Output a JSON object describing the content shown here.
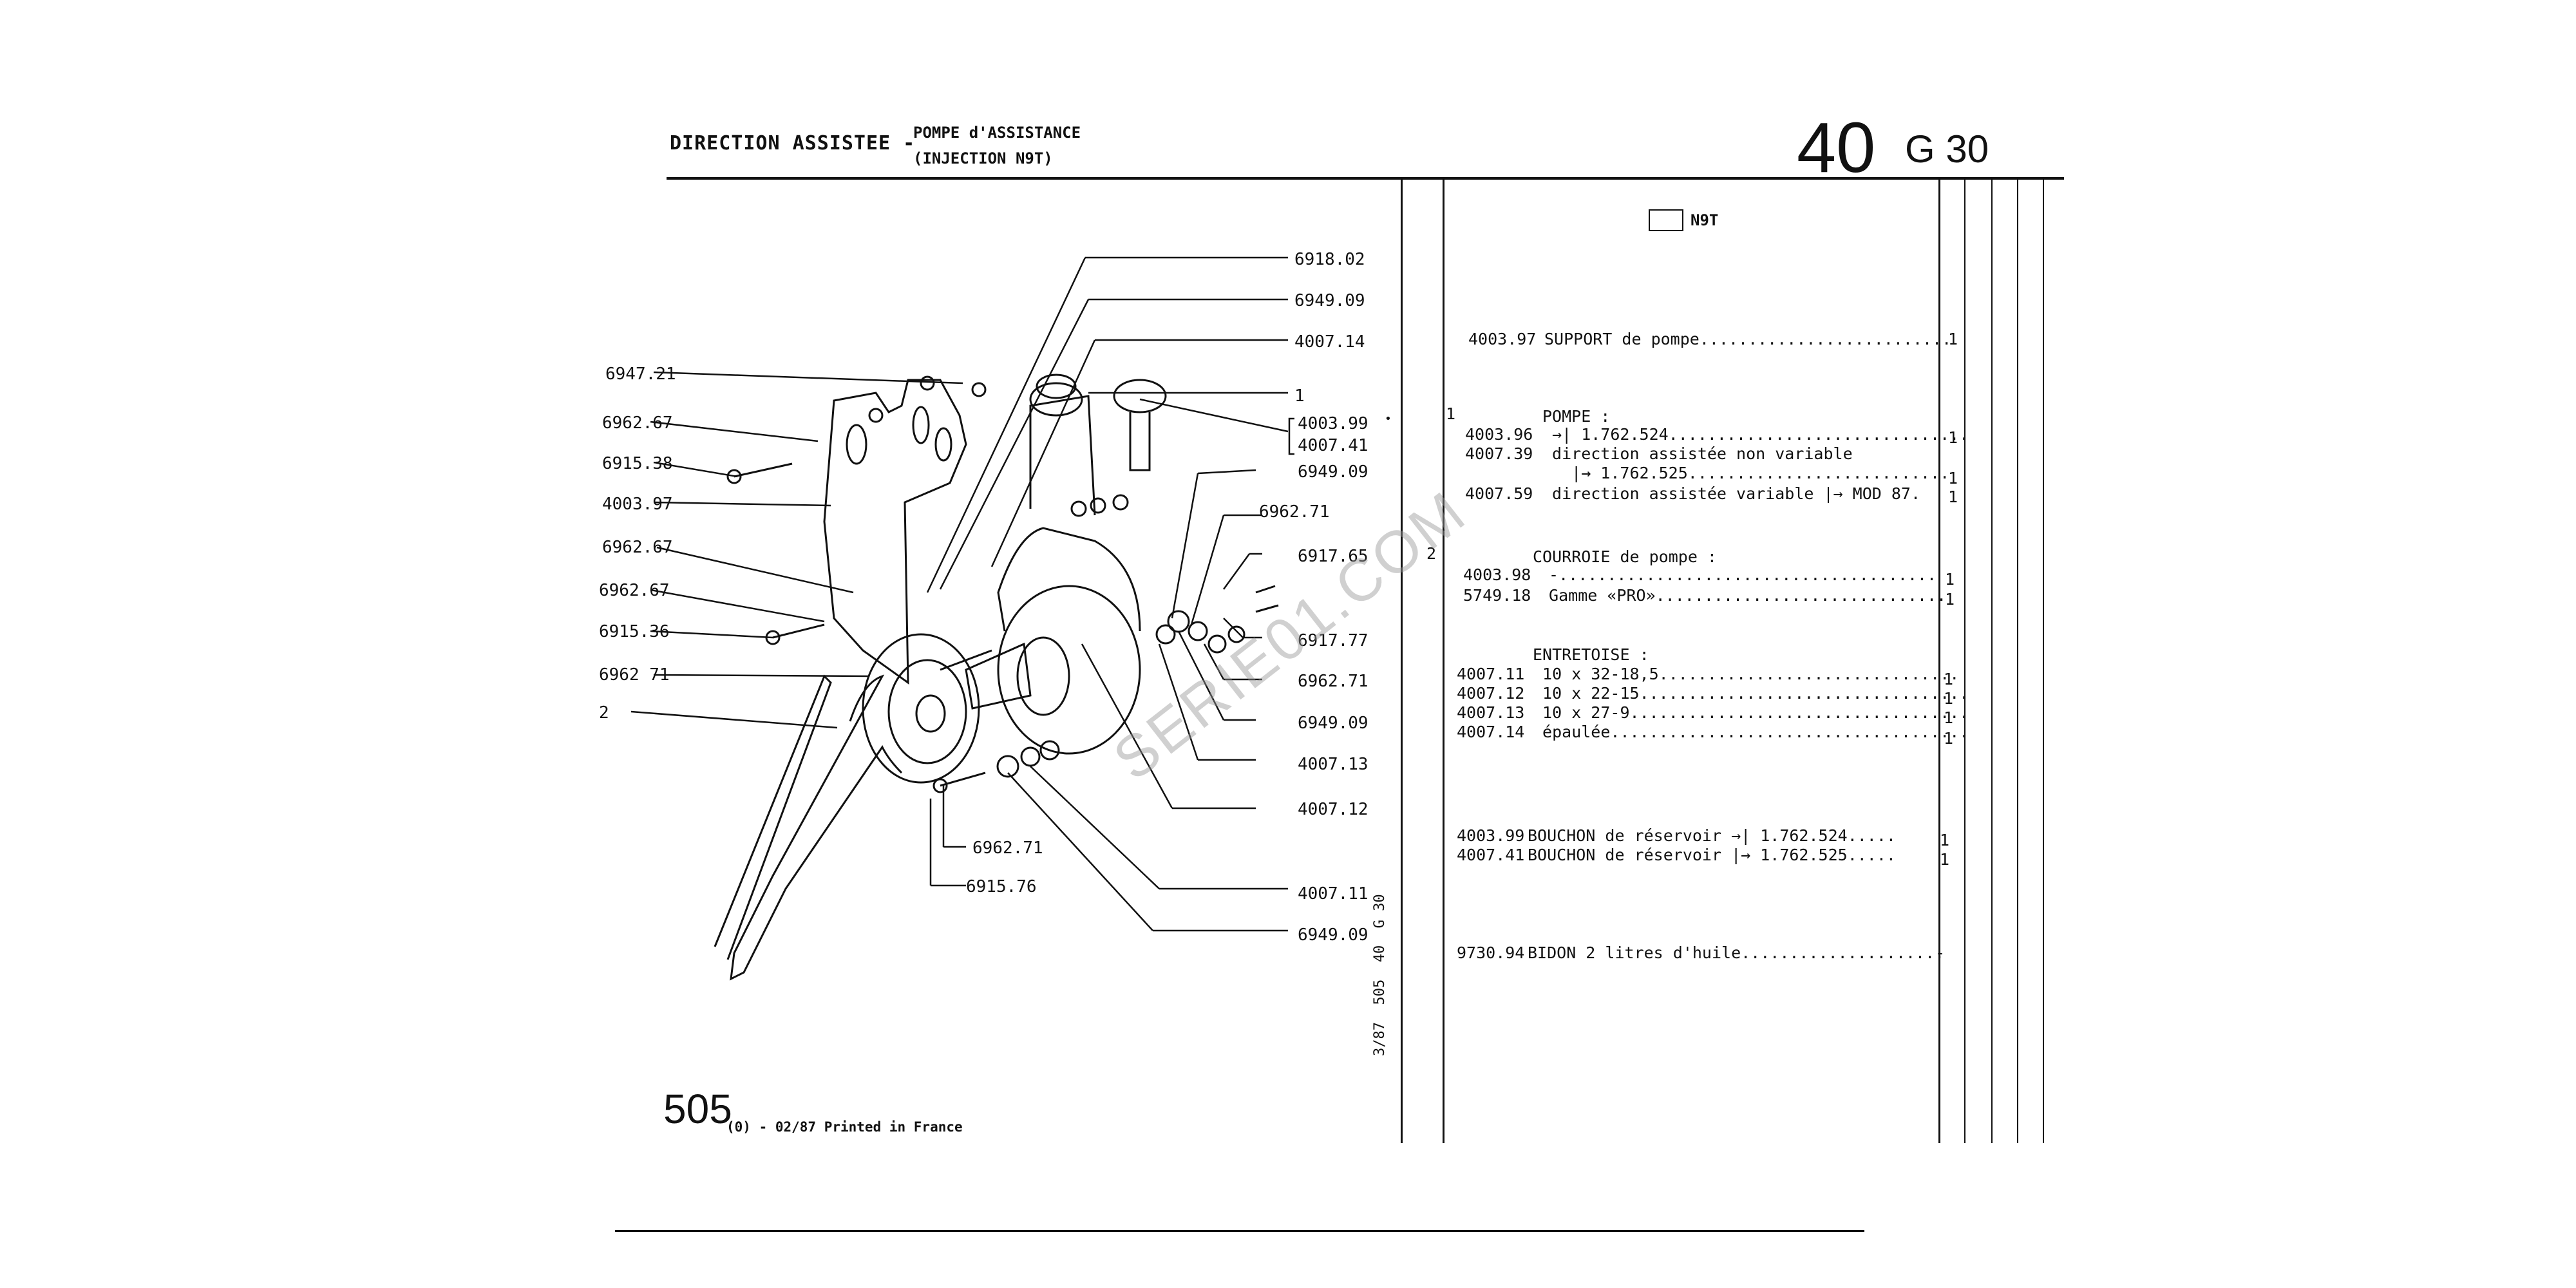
{
  "header": {
    "title": "DIRECTION ASSISTEE -",
    "subtitle_1": "POMPE d'ASSISTANCE",
    "subtitle_2": "(INJECTION N9T)",
    "group_number": "40",
    "section_code": "G 30"
  },
  "diagram": {
    "left_callouts": [
      "6947.21",
      "6962.67",
      "6915.38",
      "4003.97",
      "6962.67",
      "6962.67",
      "6915.36",
      "6962 71",
      "2"
    ],
    "right_callouts": [
      "6918.02",
      "6949.09",
      "4007.14",
      "1",
      "4003.99",
      "4007.41",
      "6949.09",
      "6962.71",
      "6917.65",
      "6917.77",
      "6962.71",
      "6949.09",
      "4007.13",
      "4007.12",
      "4007.11",
      "6949.09"
    ],
    "bottom_callouts": [
      "6962.71",
      "6915.76"
    ]
  },
  "table": {
    "engine_label": "N9T",
    "rows": [
      {
        "ref": "",
        "code": "4003.97",
        "desc": "SUPPORT de pompe..........................",
        "qty": "1"
      },
      {
        "ref": "1",
        "code": "",
        "desc": "POMPE :",
        "qty": ""
      },
      {
        "ref": "",
        "code": "4003.96",
        "desc": " →| 1.762.524...............................",
        "qty": "1"
      },
      {
        "ref": "",
        "code": "4007.39",
        "desc": " direction assistée non variable",
        "qty": ""
      },
      {
        "ref": "",
        "code": "",
        "desc": "   |→ 1.762.525...........................",
        "qty": "1"
      },
      {
        "ref": "",
        "code": "4007.59",
        "desc": " direction assistée variable |→ MOD 87.",
        "qty": "1"
      },
      {
        "ref": "2",
        "code": "",
        "desc": "COURROIE de pompe :",
        "qty": ""
      },
      {
        "ref": "",
        "code": "4003.98",
        "desc": " -.......................................",
        "qty": "1"
      },
      {
        "ref": "",
        "code": "5749.18",
        "desc": " Gamme «PRO»..............................",
        "qty": "1"
      },
      {
        "ref": "",
        "code": "",
        "desc": "ENTRETOISE :",
        "qty": ""
      },
      {
        "ref": "",
        "code": "4007.11",
        "desc": " 10 x 32-18,5...............................",
        "qty": "1"
      },
      {
        "ref": "",
        "code": "4007.12",
        "desc": " 10 x 22-15..................................",
        "qty": "1"
      },
      {
        "ref": "",
        "code": "4007.13",
        "desc": " 10 x 27-9...................................",
        "qty": "1"
      },
      {
        "ref": "",
        "code": "4007.14",
        "desc": " épaulée.....................................",
        "qty": "1"
      },
      {
        "ref": "",
        "code": "4003.99",
        "desc": "BOUCHON de réservoir →| 1.762.524.....",
        "qty": "1"
      },
      {
        "ref": "",
        "code": "4007.41",
        "desc": "BOUCHON de réservoir |→ 1.762.525.....",
        "qty": "1"
      },
      {
        "ref": "",
        "code": "9730.94",
        "desc": "BIDON 2 litres d'huile.....................",
        "qty": "-"
      }
    ]
  },
  "footer": {
    "vertical_ref": "3/87  505  40  G 30",
    "page_model": "505",
    "printed_info": "(0) - 02/87 Printed in France"
  },
  "watermark": "SERIE01.COM"
}
